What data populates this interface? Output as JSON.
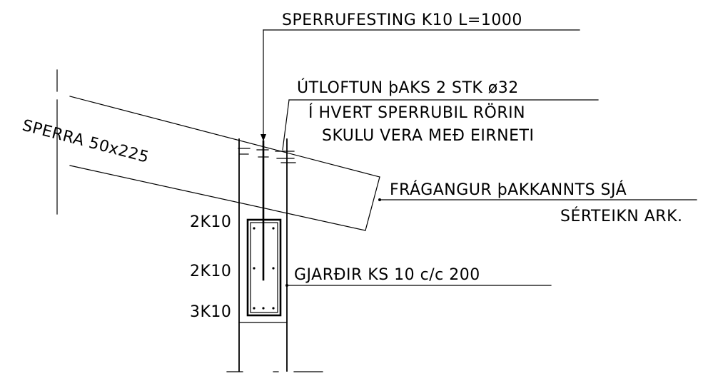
{
  "labels": {
    "rafter_fixing": "SPERRUFESTING K10 L=1000",
    "ventilation_line1": "ÚTLOFTUN þAKS 2 STK ø32",
    "ventilation_line2": "Í HVERT SPERRUBIL RÖRIN",
    "ventilation_line3": "SKULU VERA MEÐ EIRNETI",
    "rafter": "SPERRA 50x225",
    "eaves_line1": "FRÁGANGUR þAKKANNTS SJÁ",
    "eaves_line2": "SÉRTEIKN ARK.",
    "rebar_top": "2K10",
    "rebar_mid": "2K10",
    "rebar_bottom": "3K10",
    "stirrups": "GJARÐIR KS 10 c/c 200"
  }
}
